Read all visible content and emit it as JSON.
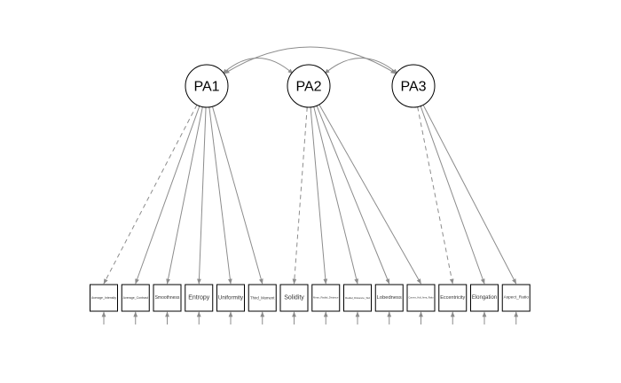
{
  "latents": [
    {
      "id": "PA1",
      "label": "PA1"
    },
    {
      "id": "PA2",
      "label": "PA2"
    },
    {
      "id": "PA3",
      "label": "PA3"
    }
  ],
  "observed": [
    {
      "id": "o1",
      "label": "Average_Intensity",
      "factor": "PA1",
      "dashed": true
    },
    {
      "id": "o2",
      "label": "Average_Contrast",
      "factor": "PA1",
      "dashed": false
    },
    {
      "id": "o3",
      "label": "Smoothness",
      "factor": "PA1",
      "dashed": false
    },
    {
      "id": "o4",
      "label": "Entropy",
      "factor": "PA1",
      "dashed": false
    },
    {
      "id": "o5",
      "label": "Uniformity",
      "factor": "PA1",
      "dashed": false
    },
    {
      "id": "o6",
      "label": "Third_Moment",
      "factor": "PA1",
      "dashed": false
    },
    {
      "id": "o7",
      "label": "Solidity",
      "factor": "PA2",
      "dashed": true
    },
    {
      "id": "o8",
      "label": "Mean_Radial_Distance",
      "factor": "PA2",
      "dashed": false
    },
    {
      "id": "o9",
      "label": "Radial_Distance_Std",
      "factor": "PA2",
      "dashed": false
    },
    {
      "id": "o10",
      "label": "Lobedness",
      "factor": "PA2",
      "dashed": false
    },
    {
      "id": "o11",
      "label": "Convex_Hull_Area_Ratio",
      "factor": "PA2",
      "dashed": false
    },
    {
      "id": "o12",
      "label": "Eccentricity",
      "factor": "PA3",
      "dashed": true
    },
    {
      "id": "o13",
      "label": "Elongation",
      "factor": "PA3",
      "dashed": false
    },
    {
      "id": "o14",
      "label": "Aspect_Ratio",
      "factor": "PA3",
      "dashed": false
    }
  ],
  "covariances": [
    {
      "from": "PA1",
      "to": "PA2"
    },
    {
      "from": "PA2",
      "to": "PA3"
    },
    {
      "from": "PA1",
      "to": "PA3"
    }
  ],
  "colors": {
    "line": "#8c8c8c",
    "stroke": "#000000",
    "background": "#ffffff"
  }
}
